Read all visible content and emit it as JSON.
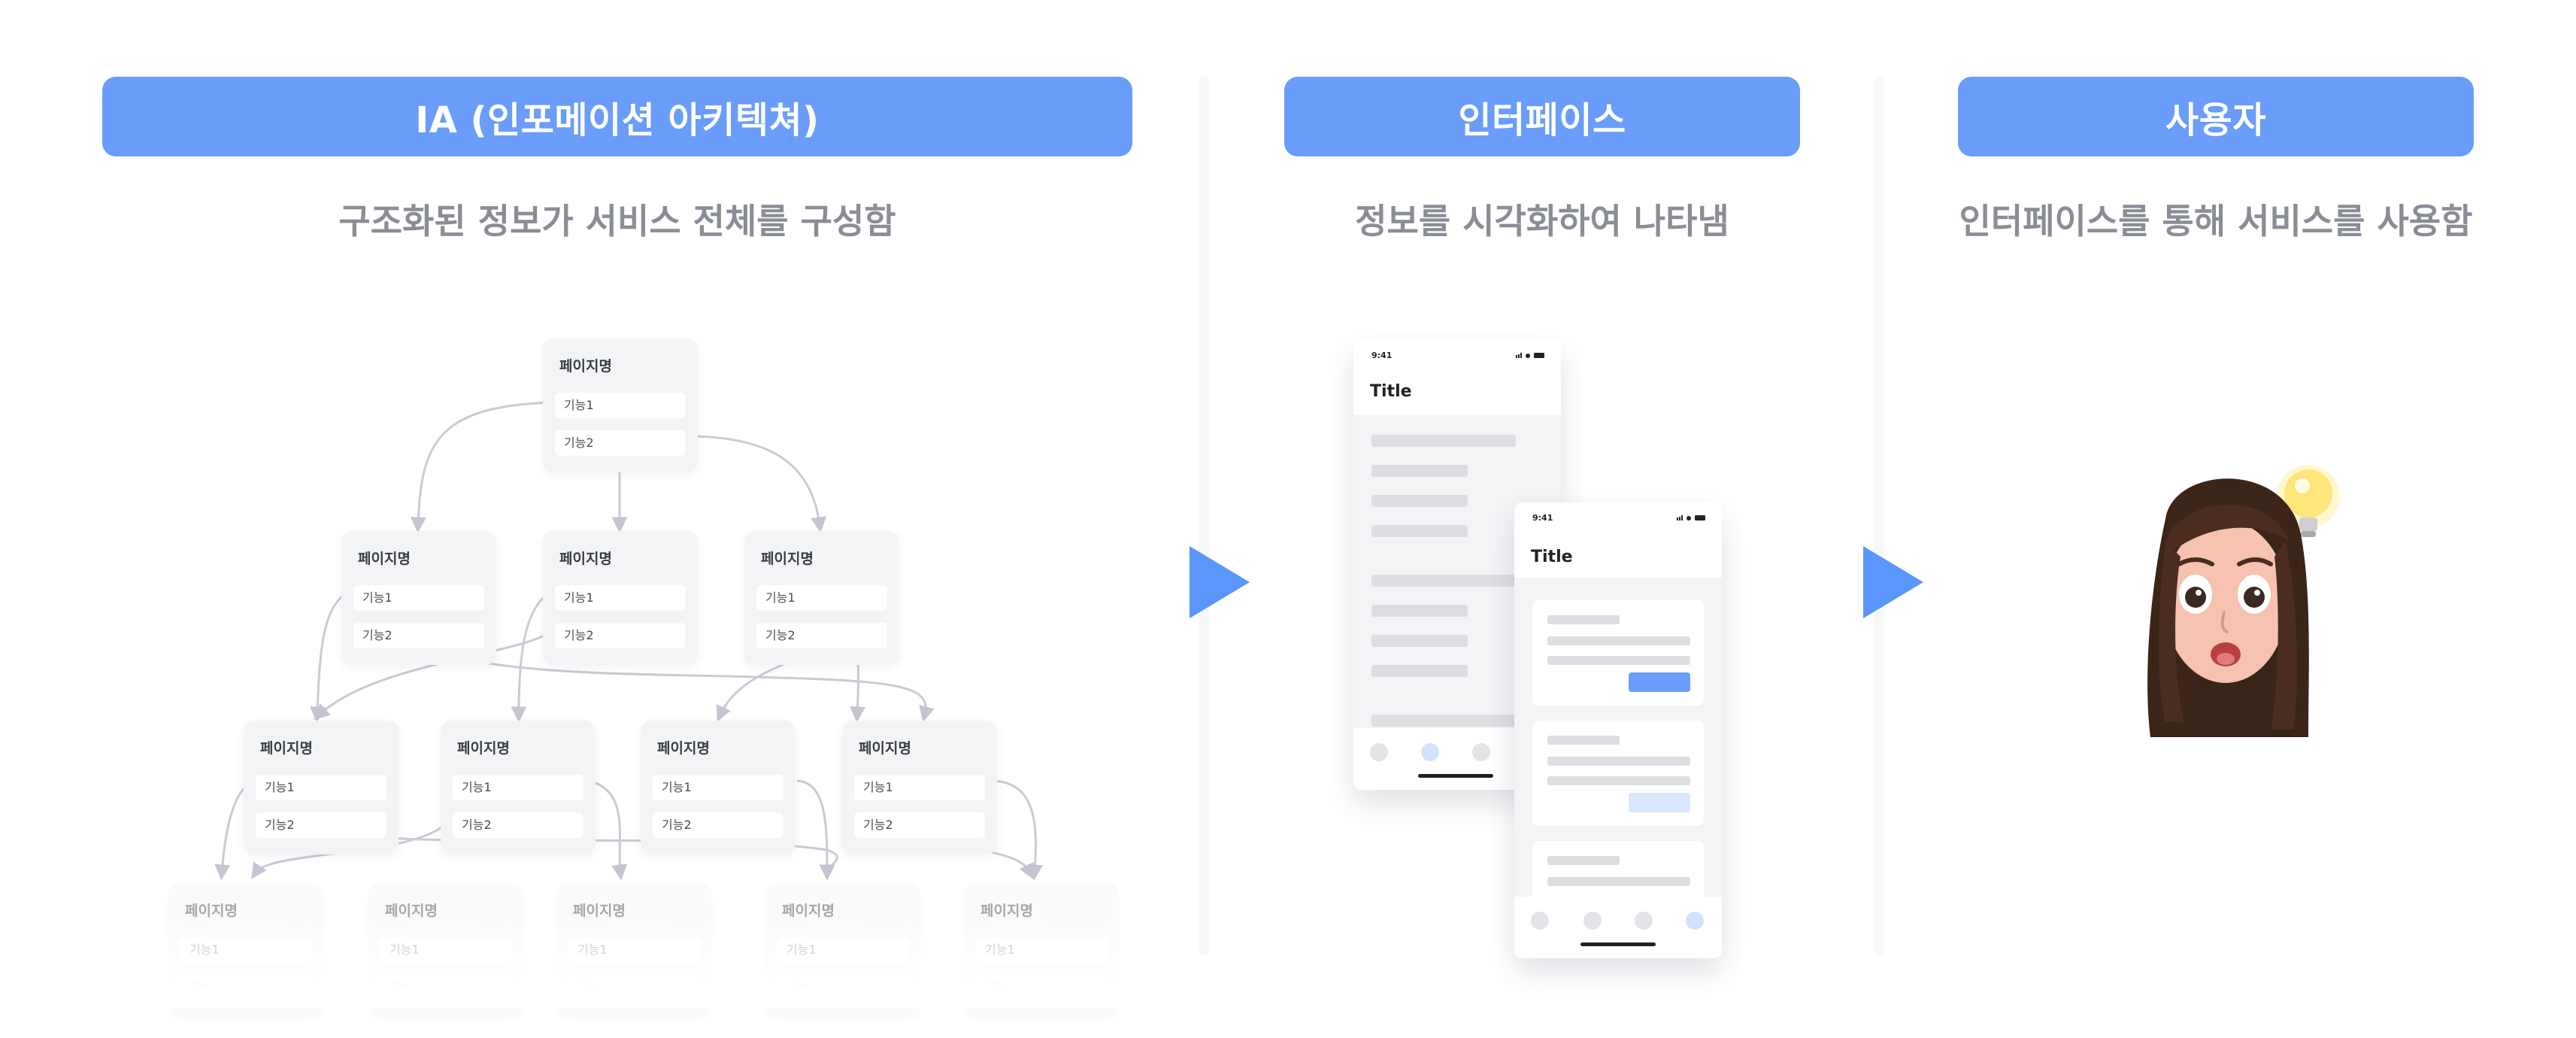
{
  "sections": {
    "ia": {
      "title": "IA (인포메이션 아키텍쳐)",
      "subtitle": "구조화된 정보가 서비스 전체를 구성함"
    },
    "interface": {
      "title": "인터페이스",
      "subtitle": "정보를 시각화하여 나타냄"
    },
    "user": {
      "title": "사용자",
      "subtitle": "인터페이스를 통해 서비스를 사용함"
    }
  },
  "node": {
    "name": "페이지명",
    "feature1": "기능1",
    "feature2": "기능2"
  },
  "phone": {
    "time": "9:41",
    "title": "Title"
  },
  "colors": {
    "accent": "#6a9df9",
    "arrow": "#5b96fa",
    "subtitle": "#8a8d95"
  }
}
